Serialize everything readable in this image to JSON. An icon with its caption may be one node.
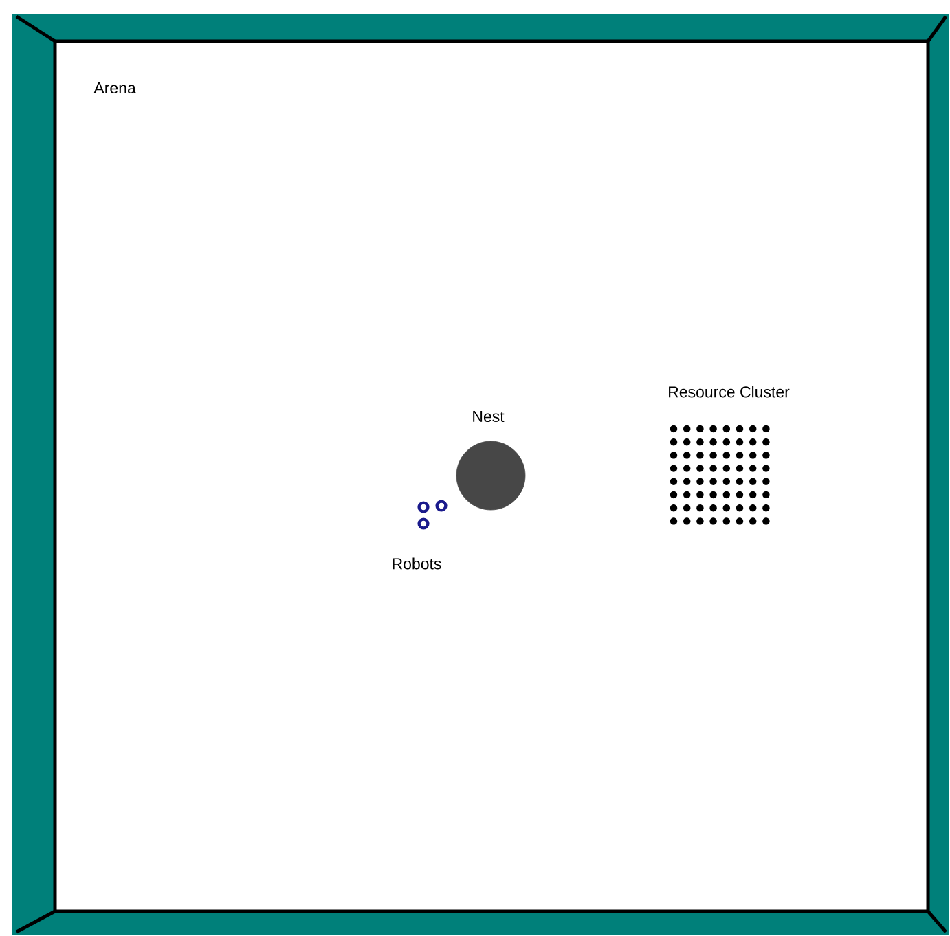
{
  "diagram": {
    "nodes": [
      {
        "text": [
          "Arena"
        ]
      },
      {
        "text": [
          "Resource Cluster"
        ],
        "in": 0
      },
      {
        "text": [
          "Nest"
        ],
        "in": 0
      },
      {
        "text": [
          "Robots"
        ],
        "in": 0
      }
    ]
  }
}
